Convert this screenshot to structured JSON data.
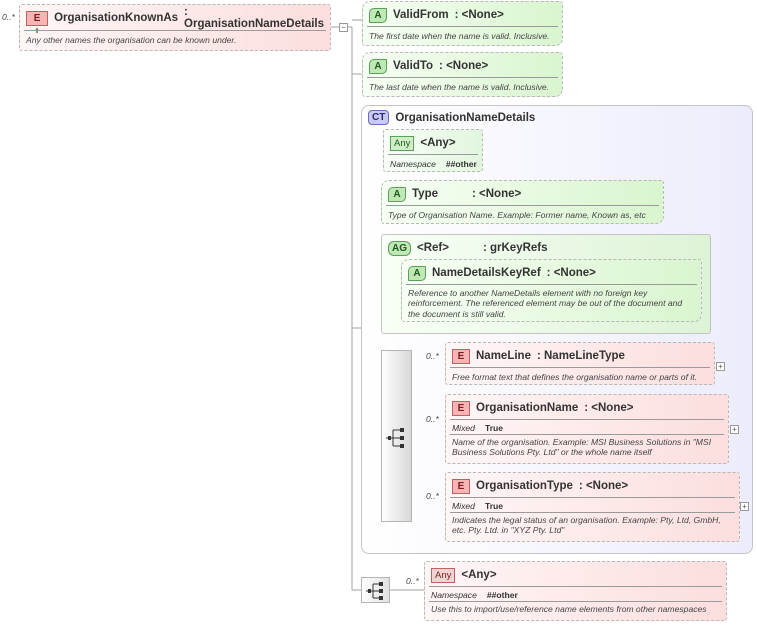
{
  "root": {
    "occurs": "0..*",
    "badge": "E",
    "name": "OrganisationKnownAs",
    "type": ": OrganisationNameDetails",
    "doc": "Any other names the organisation can be known under."
  },
  "valid_from": {
    "badge": "A",
    "name": "ValidFrom",
    "type": ": <None>",
    "doc": "The first date when the name is valid. Inclusive."
  },
  "valid_to": {
    "badge": "A",
    "name": "ValidTo",
    "type": ": <None>",
    "doc": "The last date when the name is valid. Inclusive."
  },
  "complex_type": {
    "badge": "CT",
    "name": "OrganisationNameDetails",
    "any_attr": {
      "badge": "Any",
      "name": "<Any>",
      "ns_key": "Namespace",
      "ns_val": "##other"
    },
    "type_attr": {
      "badge": "A",
      "name": "Type",
      "type": ": <None>",
      "doc": "Type of Organisation Name. Example: Former name, Known as, etc"
    },
    "attr_group": {
      "badge": "AG",
      "name": "<Ref>",
      "type": ": grKeyRefs",
      "key_ref": {
        "badge": "A",
        "name": "NameDetailsKeyRef",
        "type": ": <None>",
        "doc": "Reference to another NameDetails element with no foreign key reinforcement. The referenced element may be out of the document and the document is still valid."
      }
    },
    "name_line": {
      "occurs": "0..*",
      "badge": "E",
      "name": "NameLine",
      "type": ": NameLineType",
      "doc": "Free format text that defines the organisation name or parts of it."
    },
    "org_name": {
      "occurs": "0..*",
      "badge": "E",
      "name": "OrganisationName",
      "type": ": <None>",
      "mixed_key": "Mixed",
      "mixed_val": "True",
      "doc": "Name of the organisation. Example: MSI Business Solutions in \"MSI Business Solutions Pty. Ltd\" or the whole name itself"
    },
    "org_type": {
      "occurs": "0..*",
      "badge": "E",
      "name": "OrganisationType",
      "type": ": <None>",
      "mixed_key": "Mixed",
      "mixed_val": "True",
      "doc": "Indicates the legal status of an organisation. Example: Pty, Ltd, GmbH, etc. Pty. Ltd. in \"XYZ Pty. Ltd\""
    }
  },
  "any_element": {
    "occurs": "0..*",
    "badge": "Any",
    "name": "<Any>",
    "ns_key": "Namespace",
    "ns_val": "##other",
    "doc": "Use this to import/use/reference name elements from other namespaces"
  },
  "plus_glyph": "+",
  "minus_glyph": "−",
  "colors": {
    "element": "#fcdede",
    "attribute": "#d9f5cf",
    "complex_type": "#ececfc",
    "connector": "#a0a0a0"
  }
}
